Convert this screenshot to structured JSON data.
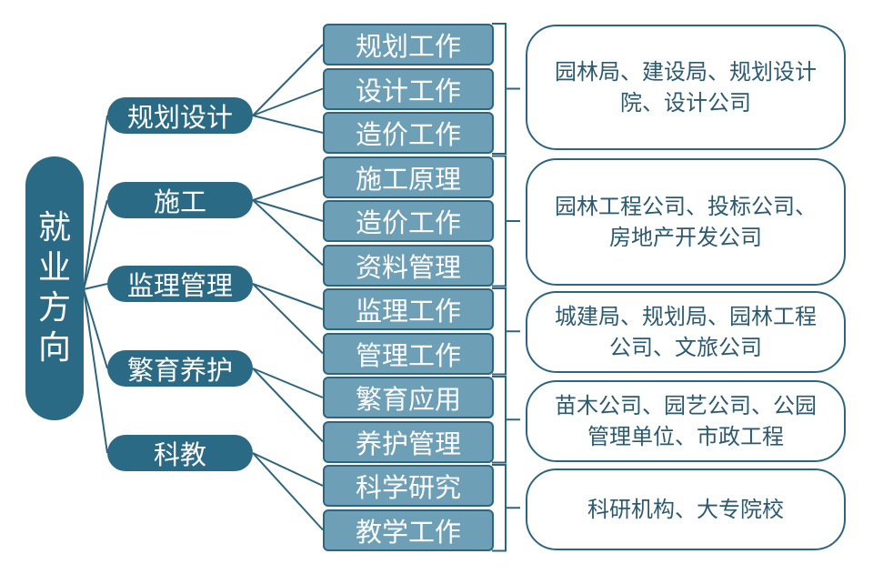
{
  "root": {
    "label": "就业方向"
  },
  "colors": {
    "dark": "#2b6a84",
    "light": "#6d9fb7",
    "line": "#2d6580",
    "text": "#2b5a70"
  },
  "categories": [
    {
      "label": "规划设计",
      "children": [
        "规划工作",
        "设计工作",
        "造价工作"
      ],
      "employers": "园林局、建设局、规划设计院、设计公司"
    },
    {
      "label": "施工",
      "children": [
        "施工原理",
        "造价工作",
        "资料管理"
      ],
      "employers": "园林工程公司、投标公司、房地产开发公司"
    },
    {
      "label": "监理管理",
      "children": [
        "监理工作",
        "管理工作"
      ],
      "employers": "城建局、规划局、园林工程公司、文旅公司"
    },
    {
      "label": "繁育养护",
      "children": [
        "繁育应用",
        "养护管理"
      ],
      "employers": "苗木公司、园艺公司、公园管理单位、市政工程"
    },
    {
      "label": "科教",
      "children": [
        "科学研究",
        "教学工作"
      ],
      "employers": "科研机构、大专院校"
    }
  ]
}
